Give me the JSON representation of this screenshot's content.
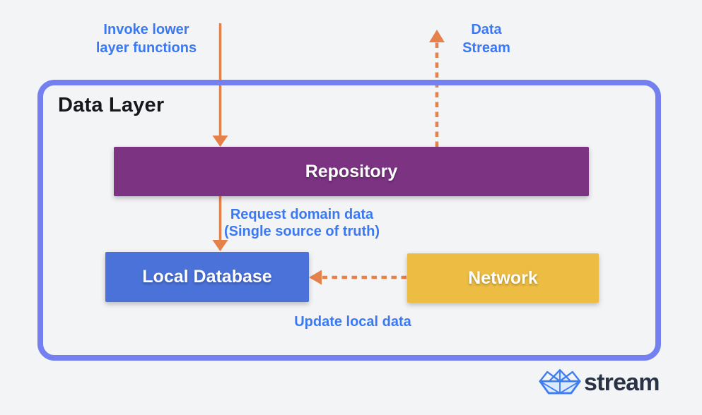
{
  "colors": {
    "background": "#f3f4f5",
    "container_border": "#7480f0",
    "repository_fill": "#7b3382",
    "local_database_fill": "#4a72d8",
    "network_fill": "#ecbd42",
    "arrow_orange": "#e5814a",
    "label_blue": "#3b78f3",
    "title_black": "#17181b",
    "logo_navy": "#2a3245",
    "logo_blue": "#3d7df0"
  },
  "diagram": {
    "container_title": "Data Layer",
    "nodes": {
      "repository": "Repository",
      "local_database": "Local Database",
      "network": "Network"
    },
    "annotations": {
      "invoke": "Invoke lower\nlayer functions",
      "data_stream": "Data\nStream",
      "request": "Request domain data\n(Single source of truth)",
      "update": "Update local data"
    },
    "arrows": [
      {
        "from": "upper layer",
        "to": "Repository",
        "style": "solid",
        "direction": "down",
        "label": "Invoke lower layer functions"
      },
      {
        "from": "Repository",
        "to": "upper layer",
        "style": "dashed",
        "direction": "up",
        "label": "Data Stream"
      },
      {
        "from": "Repository",
        "to": "Local Database",
        "style": "solid",
        "direction": "down",
        "label": "Request domain data (Single source of truth)"
      },
      {
        "from": "Network",
        "to": "Local Database",
        "style": "dashed",
        "direction": "left",
        "label": "Update local data"
      }
    ]
  },
  "logo": {
    "text": "stream",
    "icon": "paper-boat"
  }
}
